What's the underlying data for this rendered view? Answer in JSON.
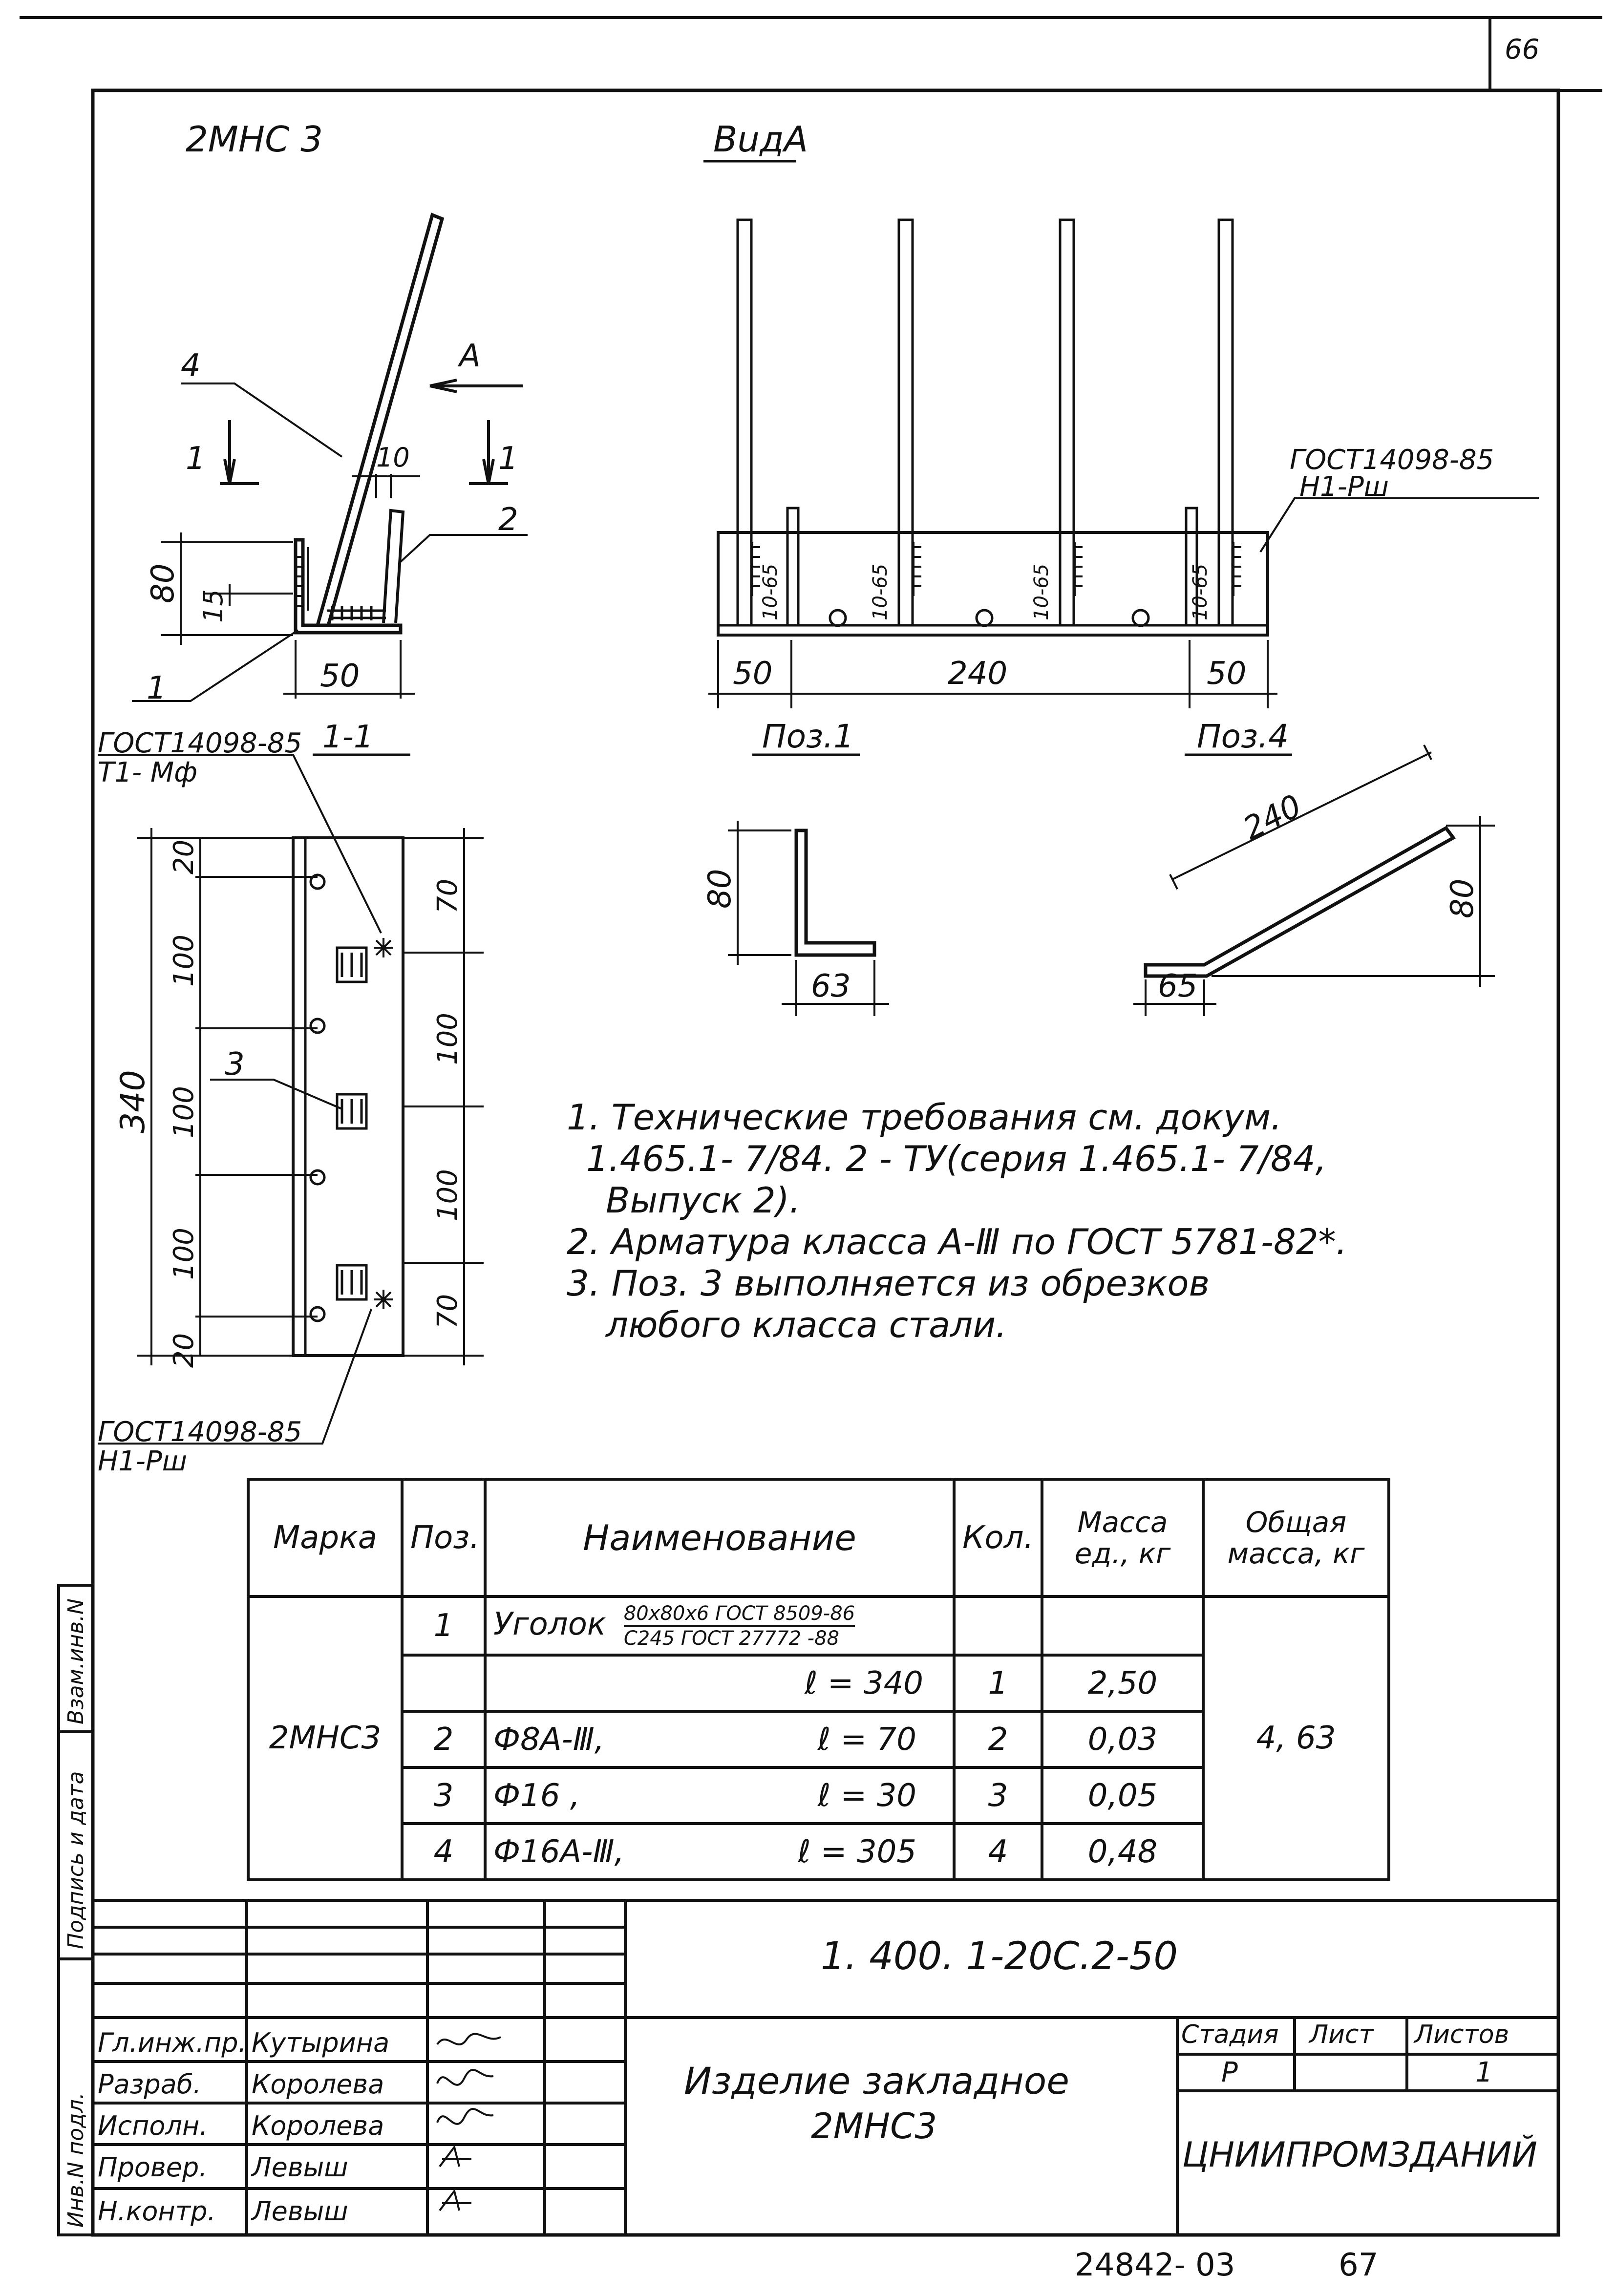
{
  "sheet_no_top": "66",
  "bottom_code": "24842- 03",
  "bottom_page": "67",
  "views": {
    "section_title": "2ΜΗC 3",
    "view_title": "BuдA",
    "pos1_title": "Поз.1",
    "pos4_title": "Поз.4",
    "cut_label": "1-1"
  },
  "labels": {
    "gost_weld_right_1": "ГОСТ14098-85",
    "gost_weld_right_2": "Н1-Рш",
    "gost_weld_top_1": "ГОСТ14098-85",
    "gost_weld_top_2": "Т1- Мф",
    "gost_weld_bottom_1": "ГОСТ14098-85",
    "gost_weld_bottom_2": "Н1-Рш",
    "arrow_A": "A",
    "sec_1a": "1",
    "sec_1b": "1",
    "leader_4": "4",
    "leader_2": "2",
    "leader_1": "1",
    "leader_3": "3",
    "weld_1": "10-65",
    "weld_2": "10-65",
    "weld_3": "10-65",
    "weld_4": "10-65"
  },
  "dims": {
    "sec_80": "80",
    "sec_15": "15",
    "sec_10": "10",
    "sec_50": "50",
    "view_50a": "50",
    "view_240": "240",
    "view_50b": "50",
    "plan_340": "340",
    "plan_20a": "20",
    "plan_100a": "100",
    "plan_100b": "100",
    "plan_100c": "100",
    "plan_20b": "20",
    "plan_70a": "70",
    "plan_100d": "100",
    "plan_100e": "100",
    "plan_70b": "70",
    "pos1_80": "80",
    "pos1_63": "63",
    "pos4_240": "240",
    "pos4_80": "80",
    "pos4_65": "65"
  },
  "notes": [
    "1. Технические требования см. докум.",
    "1.465.1- 7/84. 2 - ТУ(серия 1.465.1- 7/84,",
    "Выпуск 2).",
    "2. Арматура класса А-Ⅲ по ГОСТ 5781-82*.",
    "3. Поз. 3 выполняется из обрезков",
    "любого класса стали."
  ],
  "spec_table": {
    "headers": {
      "mark": "Марка",
      "pos": "Поз.",
      "name": "Наименование",
      "qty": "Кол.",
      "unit_mass": "Масса ед., кг",
      "total_mass": "Общая масса, кг"
    },
    "mark": "2ΜΗC3",
    "total": "4, 63",
    "rows": [
      {
        "pos": "1",
        "name": "Уголок",
        "name_top": "80х80х6 ГОСТ 8509-86",
        "name_bottom": "С245 ГОСТ 27772 -88",
        "qty": "",
        "mass": ""
      },
      {
        "pos": "",
        "name": "",
        "len": "ℓ = 340",
        "qty": "1",
        "mass": "2,50"
      },
      {
        "pos": "2",
        "name": "Ф8А-Ⅲ,",
        "len": "ℓ = 70",
        "qty": "2",
        "mass": "0,03"
      },
      {
        "pos": "3",
        "name": "Ф16      ,",
        "len": "ℓ = 30",
        "qty": "3",
        "mass": "0,05"
      },
      {
        "pos": "4",
        "name": "Ф16А-Ⅲ,",
        "len": "ℓ = 305",
        "qty": "4",
        "mass": "0,48"
      }
    ]
  },
  "title_block": {
    "doc_code": "1. 400. 1-20С.2-50",
    "title_line1": "Изделие закладное",
    "title_line2": "2ΜΗC3",
    "stage_hdr": "Стадия",
    "sheet_hdr": "Лист",
    "sheets_hdr": "Листов",
    "stage": "Р",
    "sheet": "",
    "sheets": "1",
    "org": "ЦНИИПРОМЗДАНИЙ",
    "roles": [
      {
        "role": "Гл.инж.пр.",
        "name": "Кутырина"
      },
      {
        "role": "Разраб.",
        "name": "Королева"
      },
      {
        "role": "Исполн.",
        "name": "Королева"
      },
      {
        "role": "Провер.",
        "name": "Левыш"
      },
      {
        "role": "Н.контр.",
        "name": "Левыш"
      }
    ],
    "side_labels": [
      "Взам.инв.N",
      "Подпись и дата",
      "Инв.N подл."
    ]
  }
}
